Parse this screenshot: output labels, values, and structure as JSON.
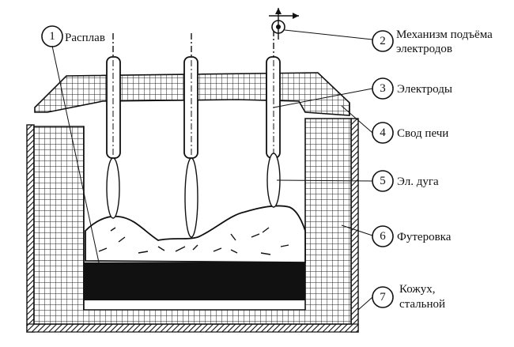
{
  "callouts": [
    {
      "num": "1",
      "label": "Расплав"
    },
    {
      "num": "2",
      "label_lines": [
        "Механизм подъёма",
        "электродов"
      ]
    },
    {
      "num": "3",
      "label": "Электроды"
    },
    {
      "num": "4",
      "label": "Свод печи"
    },
    {
      "num": "5",
      "label": "Эл. дуга"
    },
    {
      "num": "6",
      "label": "Футеровка"
    },
    {
      "num": "7",
      "label_lines": [
        "Кожух,",
        "стальной"
      ]
    }
  ]
}
